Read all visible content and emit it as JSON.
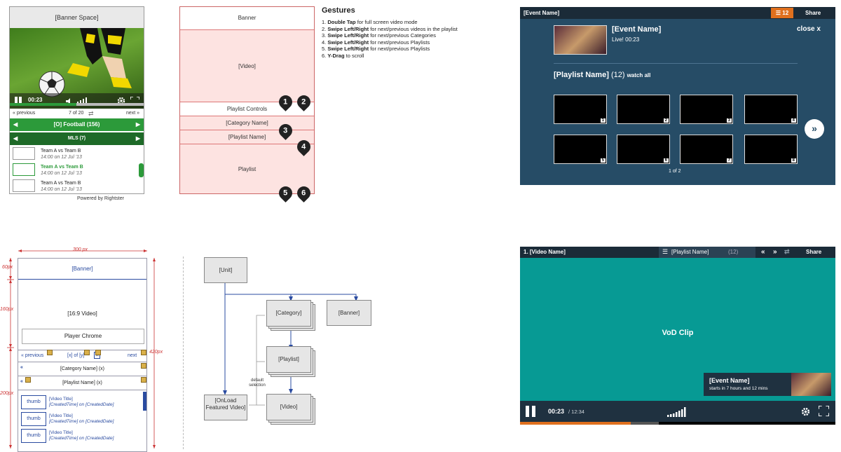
{
  "mock1": {
    "banner": "[Banner Space]",
    "time": "00:23",
    "prev": "« previous",
    "position": "7 of 20",
    "next": "next »",
    "category": "[O] Football (156)",
    "playlist": "MLS (7)",
    "rows": [
      {
        "title": "Team A vs Team B",
        "date": "14:00 on 12 Jul '13"
      },
      {
        "title": "Team A vs Team B",
        "date": "14:00 on 12 Jul '13"
      },
      {
        "title": "Team A vs Team B",
        "date": "14:00 on 12 Jul '13"
      }
    ],
    "powered": "Powered by Rightster"
  },
  "wire2": {
    "banner": "Banner",
    "video": "[Video]",
    "controls": "Playlist Controls",
    "category": "[Category Name]",
    "playlist_name": "[Playlist Name]",
    "playlist": "Playlist",
    "pins": [
      "1",
      "2",
      "3",
      "4",
      "5",
      "6"
    ]
  },
  "gestures": {
    "title": "Gestures",
    "items": [
      {
        "n": "1.",
        "b": "Double Tap",
        "t": " for full screen video mode"
      },
      {
        "n": "2.",
        "b": "Swipe Left/Right",
        "t": " for next/previous videos in the playlist"
      },
      {
        "n": "3.",
        "b": "Swipe Left/Right",
        "t": " for next/previous Categories"
      },
      {
        "n": "4.",
        "b": "Swipe Left/Right",
        "t": " for next/previous Playlists"
      },
      {
        "n": "5.",
        "b": "Swipe Left/Right",
        "t": " for next/previous Playlists"
      },
      {
        "n": "6.",
        "b": "Y-Drag",
        "t": " to scroll"
      }
    ]
  },
  "mock3": {
    "header": "[Event Name]",
    "count": "12",
    "share": "Share",
    "event": "[Event Name]",
    "live": "Live! 00:23",
    "close": "close x",
    "playlist": "[Playlist Name]",
    "playlist_count": "(12)",
    "watch_all": "watch all",
    "tiles": [
      "1",
      "2",
      "3",
      "4",
      "5",
      "6",
      "7",
      "8"
    ],
    "pager": "1 of 2"
  },
  "dims": {
    "width": "300 px",
    "h1": "60px",
    "h2": "160px",
    "h3": "200px",
    "total": "420px",
    "banner": "[Banner]",
    "video": "[16:9 Video]",
    "chrome": "Player Chrome",
    "prev": "« previous",
    "count": "[x] of [y]",
    "next": "next",
    "category": "[Category Name] (x)",
    "playlist": "[Playlist Name] (x)",
    "thumb": "thumb",
    "vtitle": "[Video Title]",
    "vdate": "[CreatedTime] on [CreatedDate]"
  },
  "flow": {
    "unit": "[Unit]",
    "category": "[Category]",
    "banner": "[Banner]",
    "playlist": "[Playlist]",
    "onload": "[OnLoad Featured Video]",
    "video": "[Video]",
    "default_sel": "default selection"
  },
  "mock6": {
    "title": "1. [Video Name]",
    "playlist": "[Playlist Name]",
    "playlist_count": "(12)",
    "share": "Share",
    "center": "VoD Clip",
    "event": "[Event Name]",
    "starts": "starts in 7 hours and 12 mins",
    "time": "00:23",
    "duration": "/ 12:34",
    "progress": 0.35,
    "buffered": 0.44
  },
  "colors": {
    "green": "#2c9a3a",
    "dark_green": "#1e6a28",
    "wire_red": "#d77",
    "wire_fill": "#fde3e1",
    "navy": "#264c66",
    "teal": "#079a94",
    "orange": "#e0701e"
  }
}
